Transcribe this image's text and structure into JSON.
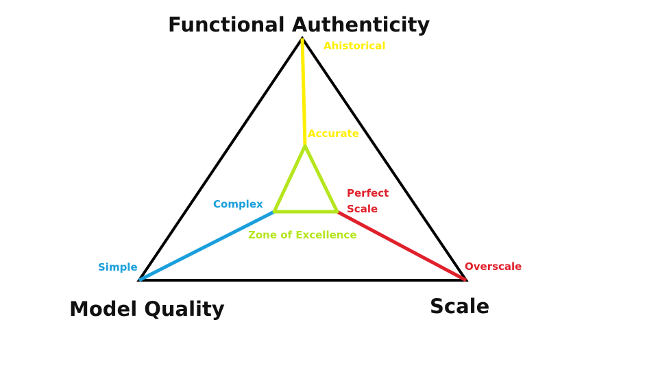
{
  "axes": {
    "top": "Functional Authenticity",
    "left": "Model Quality",
    "right": "Scale"
  },
  "labels": {
    "ahistorical": "Ahistorical",
    "accurate": "Accurate",
    "perfect_scale_line1": "Perfect",
    "perfect_scale_line2": "Scale",
    "complex": "Complex",
    "zone": "Zone of Excellence",
    "simple": "Simple",
    "overscale": "Overscale"
  },
  "colors": {
    "outline": "#000000",
    "authenticity": "#ffee00",
    "quality": "#1a9fdc",
    "scale": "#e0202a",
    "zone": "#b5e61d"
  }
}
